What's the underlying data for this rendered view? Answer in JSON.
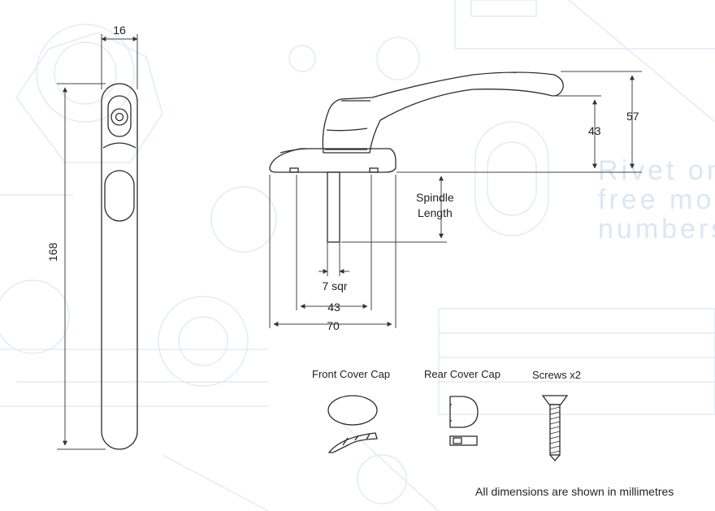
{
  "diagram": {
    "dimensions": {
      "handle_width": "16",
      "handle_length": "168",
      "spindle_length_label": "Spindle\nLength",
      "lever_drop": "43",
      "overall_height": "57",
      "spindle_square": "7 sqr",
      "base_inner": "43",
      "base_outer": "70"
    },
    "parts": {
      "front_cover_cap": "Front Cover Cap",
      "rear_cover_cap": "Rear Cover Cap",
      "screws": "Screws x2"
    },
    "note": "All dimensions are shown in millimetres",
    "watermark_lines": [
      "Rivet on",
      "free mov",
      "numbers"
    ],
    "colors": {
      "line": "#2b2b2b",
      "dim": "#555555",
      "background_blueprint": "#e3ebf6"
    }
  }
}
